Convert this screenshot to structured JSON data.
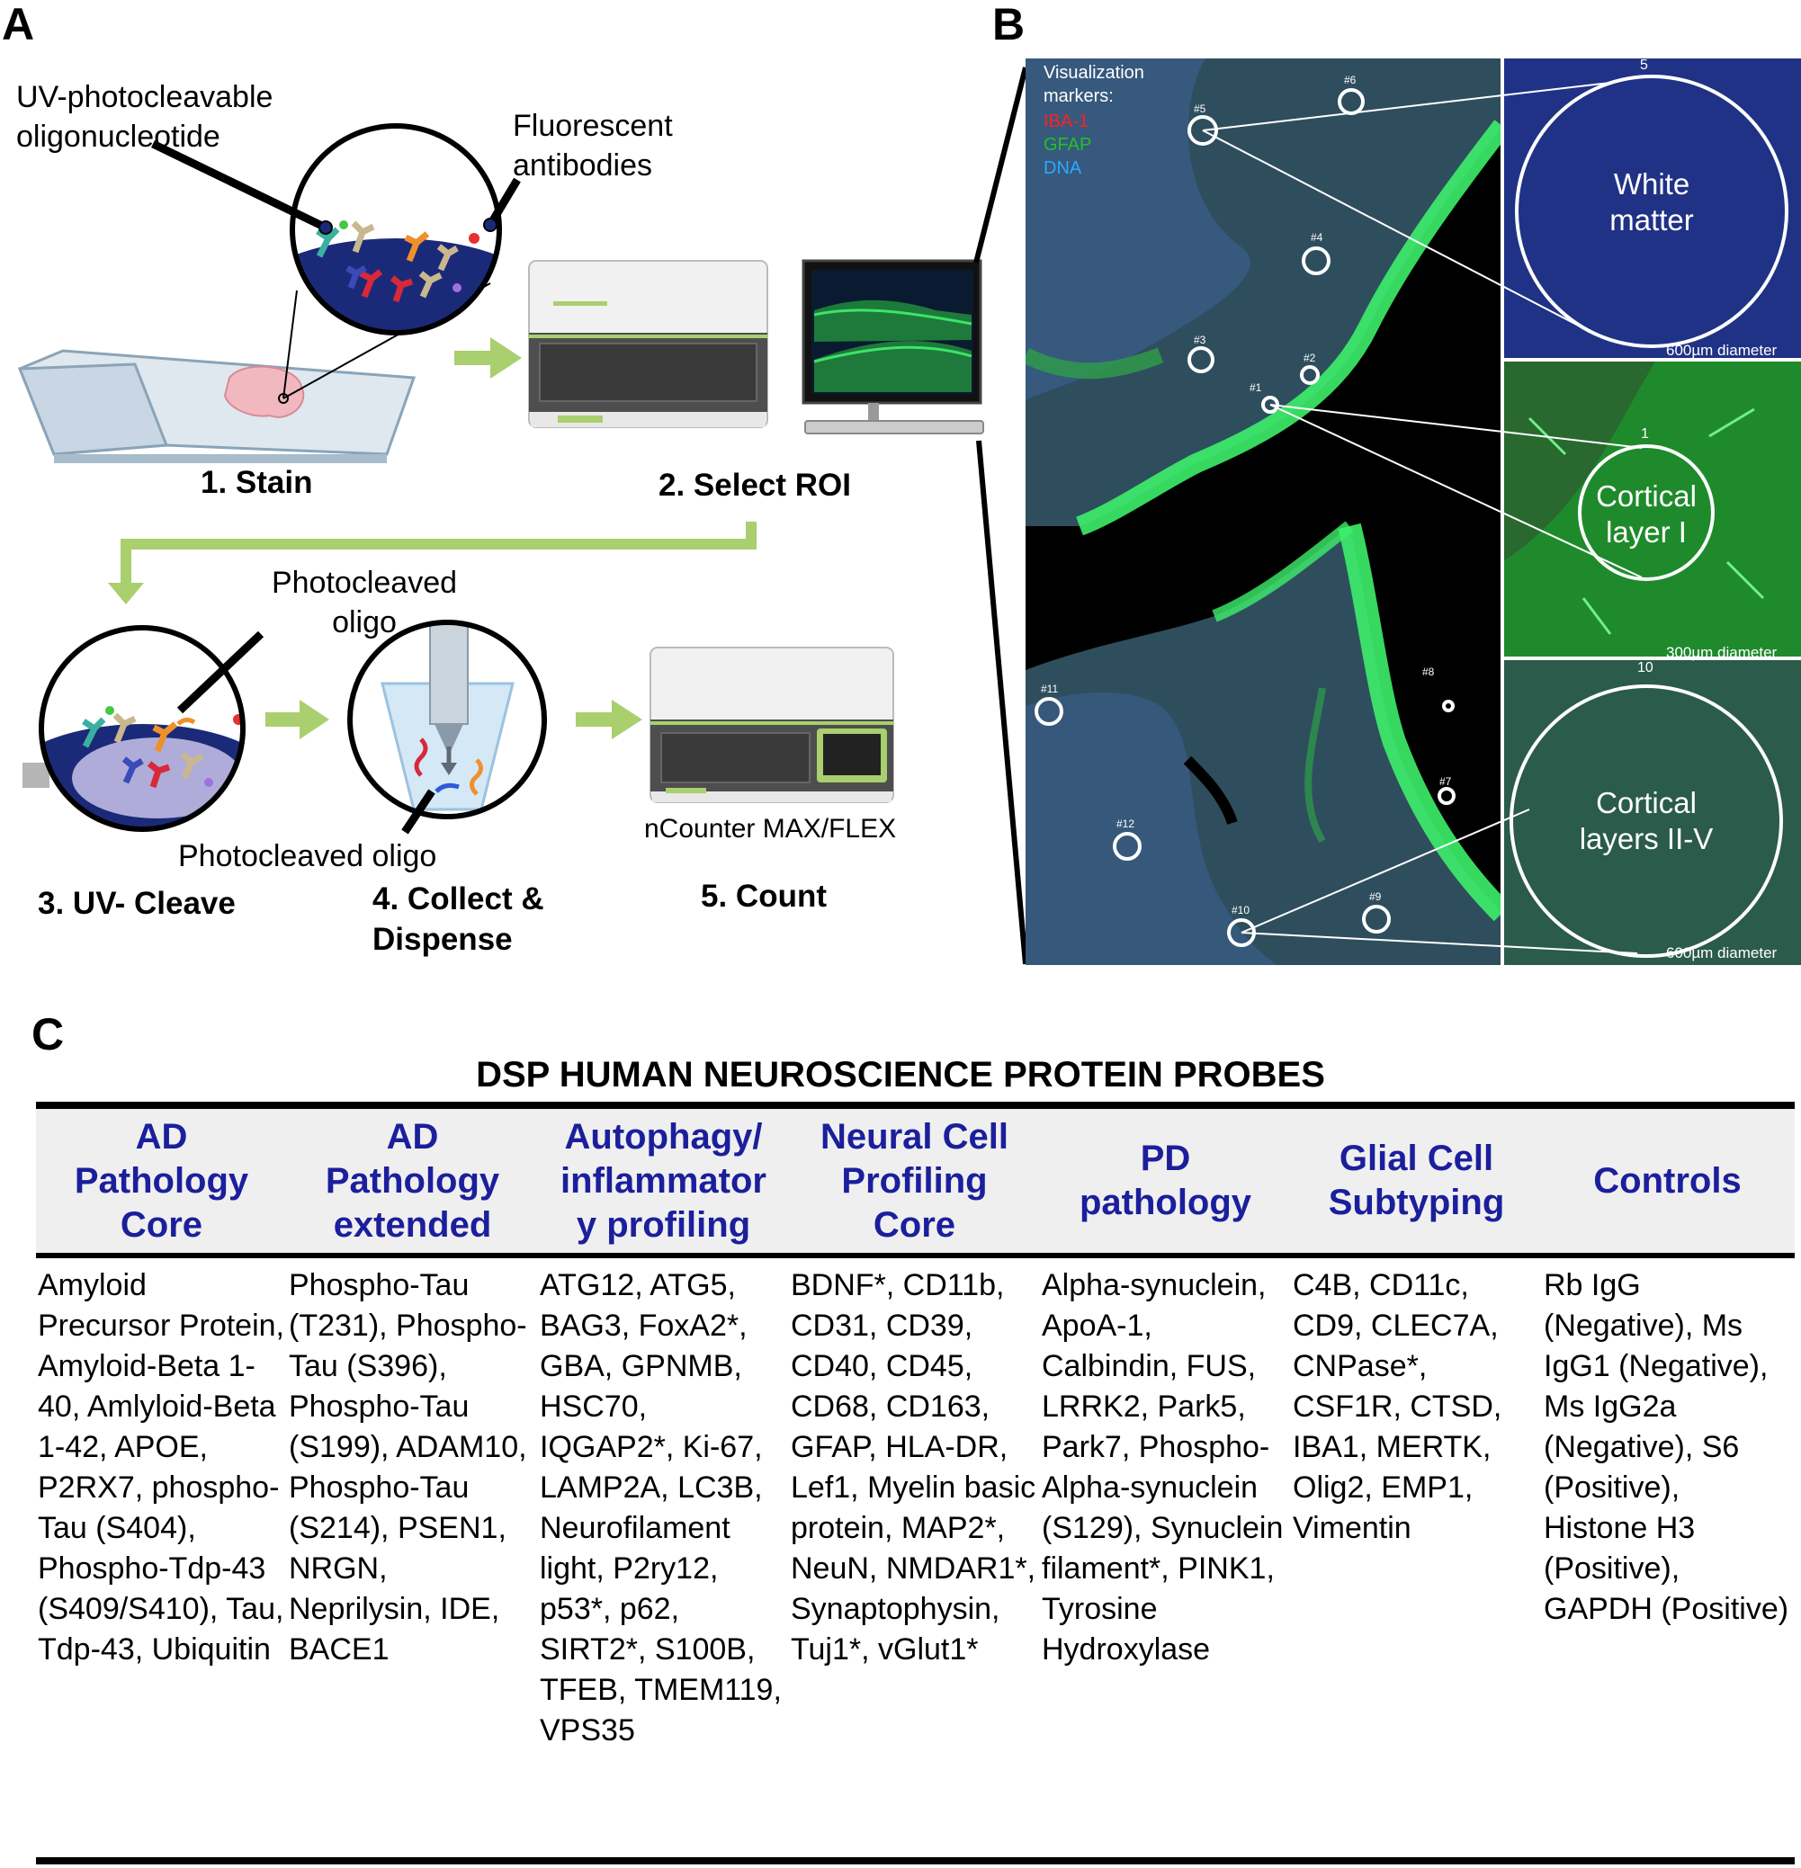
{
  "panels": {
    "a": "A",
    "b": "B",
    "c": "C"
  },
  "panel_a": {
    "label_oligo": "UV-photocleavable\noligonucleotide",
    "label_antibodies": "Fluorescent\nantibodies",
    "step1": "1. Stain",
    "step2": "2. Select ROI",
    "label_photocleaved_top": "Photocleaved\noligo",
    "step3": "3. UV- Cleave",
    "label_photocleaved_bottom": "Photocleaved oligo",
    "step4": "4. Collect &\nDispense",
    "label_counter": "nCounter MAX/FLEX",
    "step5": "5. Count",
    "accent_green": "#a9cf6e"
  },
  "panel_b": {
    "legend_title": "Visualization\nmarkers:",
    "legend_items": [
      {
        "label": "IBA-1",
        "color": "#ff2020"
      },
      {
        "label": "GFAP",
        "color": "#22c222"
      },
      {
        "label": "DNA",
        "color": "#2fa8ff"
      }
    ],
    "roi_ids": [
      "#1",
      "#2",
      "#3",
      "#4",
      "#5",
      "#6",
      "#7",
      "#8",
      "#9",
      "#10",
      "#11",
      "#12"
    ],
    "insets": [
      {
        "region": "White\nmatter",
        "number": "5",
        "scale": "600µm diameter"
      },
      {
        "region": "Cortical\nlayer I",
        "number": "1",
        "scale": "300µm diameter"
      },
      {
        "region": "Cortical\nlayers II-V",
        "number": "10",
        "scale": "600µm diameter"
      }
    ]
  },
  "panel_c": {
    "title": "DSP HUMAN NEUROSCIENCE PROTEIN PROBES",
    "headers": [
      "AD\nPathology\nCore",
      "AD\nPathology\nextended",
      "Autophagy/\ninflammator\ny profiling",
      "Neural Cell\nProfiling\nCore",
      "PD\npathology",
      "Glial Cell\nSubtyping",
      "Controls"
    ],
    "cells": [
      "Amyloid Precursor Protein, Amyloid-Beta 1-40, Amlyloid-Beta 1-42, APOE, P2RX7, phospho-Tau (S404), Phospho-Tdp-43 (S409/S410), Tau, Tdp-43, Ubiquitin",
      "Phospho-Tau (T231), Phospho-Tau (S396), Phospho-Tau (S199), ADAM10, Phospho-Tau (S214), PSEN1, NRGN, Neprilysin, IDE, BACE1",
      "ATG12, ATG5, BAG3, FoxA2*, GBA, GPNMB, HSC70, IQGAP2*, Ki-67, LAMP2A, LC3B, Neurofilament light, P2ry12, p53*, p62, SIRT2*, S100B, TFEB, TMEM119, VPS35",
      "BDNF*, CD11b, CD31, CD39, CD40, CD45, CD68, CD163, GFAP, HLA-DR, Lef1, Myelin basic protein, MAP2*, NeuN, NMDAR1*, Synaptophysin, Tuj1*, vGlut1*",
      "Alpha-synuclein, ApoA-1, Calbindin, FUS, LRRK2, Park5, Park7, Phospho-Alpha-synuclein (S129), Synuclein filament*, PINK1, Tyrosine Hydroxylase",
      "C4B, CD11c, CD9, CLEC7A, CNPase*, CSF1R, CTSD, IBA1, MERTK, Olig2, EMP1, Vimentin",
      "Rb IgG (Negative), Ms IgG1 (Negative), Ms IgG2a (Negative), S6 (Positive), Histone H3 (Positive), GAPDH (Positive)"
    ],
    "header_color": "#1b1f9c"
  }
}
